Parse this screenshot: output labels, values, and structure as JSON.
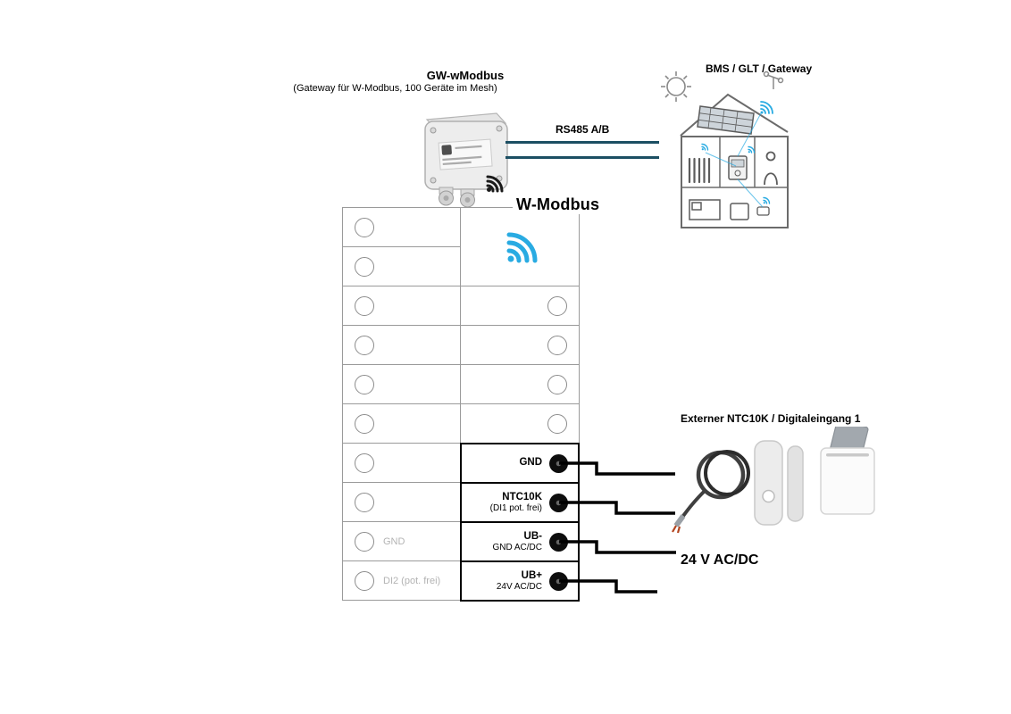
{
  "diagram": {
    "gateway": {
      "title": "GW-wModbus",
      "subtitle": "(Gateway für W-Modbus, 100 Geräte im Mesh)"
    },
    "bms_label": "BMS / GLT / Gateway",
    "rs485_label": "RS485 A/B",
    "wireless_label": "W-Modbus",
    "external_input_label": "Externer NTC10K / Digitaleingang 1",
    "power_label": "24 V AC/DC"
  },
  "terminal_block": {
    "terminals": [
      {
        "main": "GND",
        "sub": ""
      },
      {
        "main": "NTC10K",
        "sub": "(DI1 pot. frei)"
      },
      {
        "main": "UB-",
        "sub": "GND AC/DC"
      },
      {
        "main": "UB+",
        "sub": "24V AC/DC"
      }
    ],
    "left_labels": {
      "gnd": "GND",
      "di2": "DI2 (pot. frei)"
    }
  },
  "colors": {
    "accent_blue": "#29ABE2",
    "bus_line": "#1C4F63",
    "terminal_border": "#000000",
    "muted_text": "#B3B3B3"
  },
  "icons": {
    "wifi": "wifi-signal-icon",
    "sun": "sun-icon",
    "house": "building-bms-illustration",
    "sensors": "external-sensor-products"
  }
}
